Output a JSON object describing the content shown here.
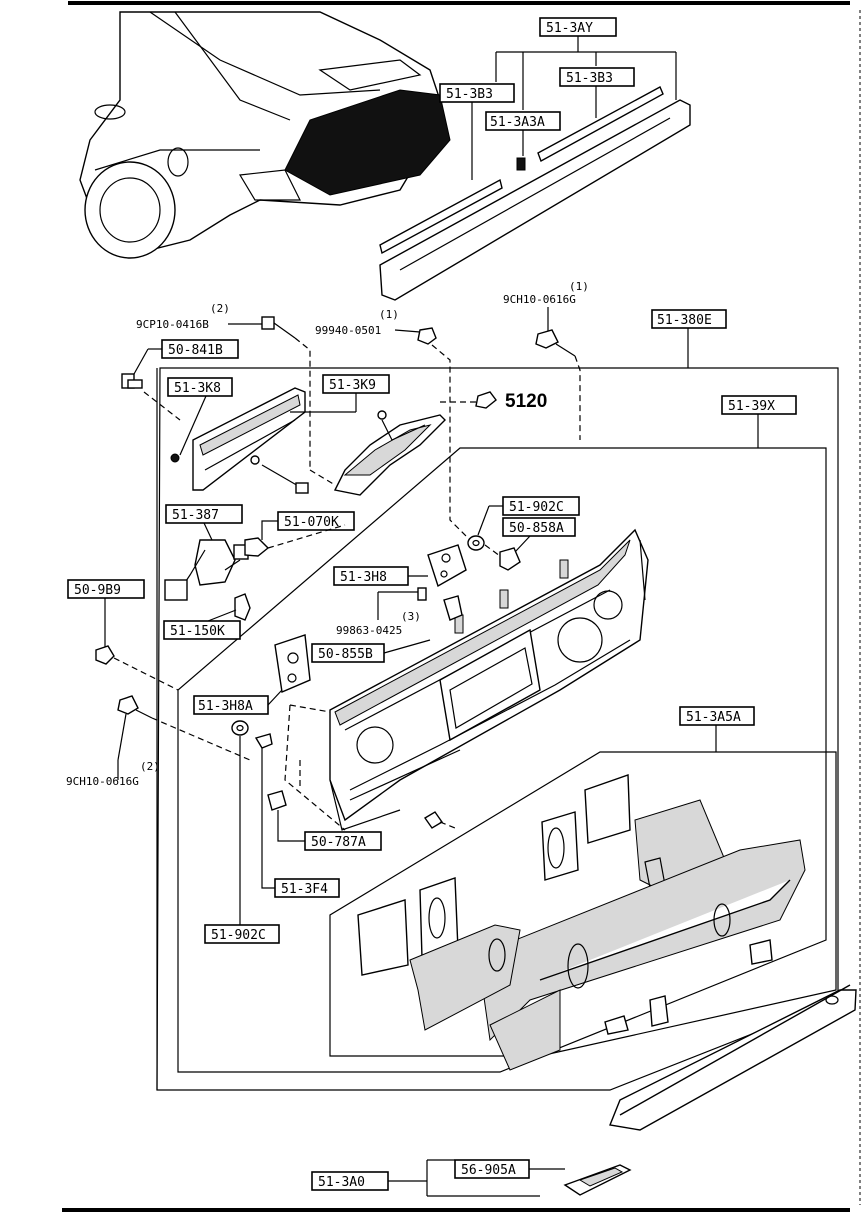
{
  "labels": {
    "l_51_3AY": "51-3AY",
    "l_51_3B3_a": "51-3B3",
    "l_51_3B3_b": "51-3B3",
    "l_51_3A3A": "51-3A3A",
    "l_51_380E": "51-380E",
    "l_50_841B": "50-841B",
    "l_51_3K8": "51-3K8",
    "l_51_3K9": "51-3K9",
    "l_51_39X": "51-39X",
    "l_51_387": "51-387",
    "l_51_070K": "51-070K",
    "l_51_902C_a": "51-902C",
    "l_50_858A": "50-858A",
    "l_50_9B9": "50-9B9",
    "l_51_3H8": "51-3H8",
    "l_51_150K": "51-150K",
    "l_50_855B": "50-855B",
    "l_51_3H8A": "51-3H8A",
    "l_51_3A5A": "51-3A5A",
    "l_50_787A": "50-787A",
    "l_51_3F4": "51-3F4",
    "l_51_902C_b": "51-902C",
    "l_51_3A0": "51-3A0",
    "l_56_905A": "56-905A"
  },
  "parts": {
    "p_9CP10_0416B_qty": "(2)",
    "p_9CP10_0416B": "9CP10-0416B",
    "p_99940_0501_qty": "(1)",
    "p_99940_0501": "99940-0501",
    "p_9CH10_0616G_top_qty": "(1)",
    "p_9CH10_0616G_top": "9CH10-0616G",
    "p_99863_0425_qty": "(3)",
    "p_99863_0425": "99863-0425",
    "p_9CH10_0616G_left_qty": "(2)",
    "p_9CH10_0616G_left": "9CH10-0616G"
  },
  "ref": {
    "section": "5120"
  }
}
